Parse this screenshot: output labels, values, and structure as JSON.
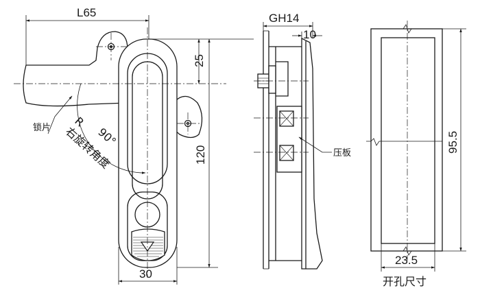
{
  "dimensions": {
    "overall_length": "L65",
    "top_offset": "25",
    "height": "120",
    "width": "30",
    "gh": "GH14",
    "thickness": "10",
    "cutout_height": "95.5",
    "cutout_width": "23.5"
  },
  "labels": {
    "latch": "锁片",
    "rotation_r": "R",
    "rotation_angle": "90°",
    "rotation_text": "右旋转角度",
    "pressure_plate": "压板",
    "cutout_size": "开孔尺寸"
  }
}
